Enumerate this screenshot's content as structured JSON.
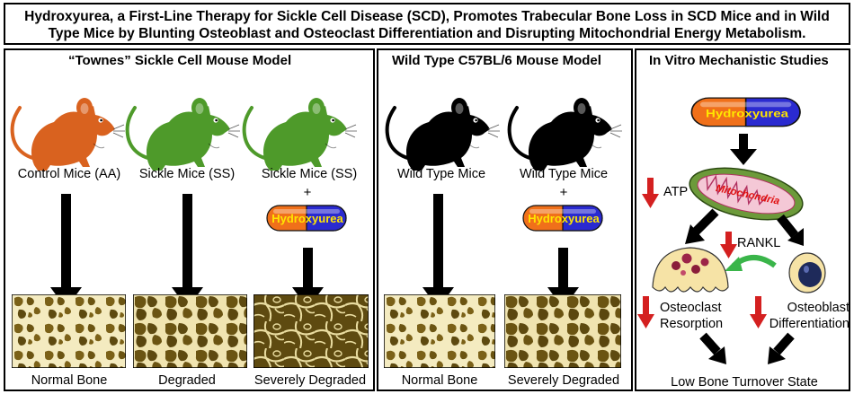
{
  "title": {
    "line1": "Hydroxyurea, a First-Line Therapy for Sickle Cell Disease (SCD), Promotes Trabecular Bone Loss in SCD Mice and in Wild",
    "line2": "Type Mice by Blunting Osteoblast and Osteoclast Differentiation and Disrupting Mitochondrial Energy Metabolism."
  },
  "panel_townes": {
    "heading": "“Townes” Sickle Cell Mouse Model",
    "mice": [
      {
        "label": "Control Mice (AA)",
        "color": "#d9621f",
        "bone_label": "Normal Bone"
      },
      {
        "label": "Sickle Mice (SS)",
        "color": "#4e9a2a",
        "bone_label": "Degraded"
      },
      {
        "label": "Sickle Mice (SS)",
        "color": "#4e9a2a",
        "bone_label": "Severely Degraded"
      }
    ],
    "plus": "+",
    "drug": "Hydroxyurea"
  },
  "panel_wildtype": {
    "heading": "Wild Type C57BL/6 Mouse Model",
    "mice": [
      {
        "label": "Wild Type Mice",
        "color": "#000000",
        "bone_label": "Normal Bone"
      },
      {
        "label": "Wild Type Mice",
        "color": "#000000",
        "bone_label": "Severely Degraded"
      }
    ],
    "plus": "+",
    "drug": "Hydroxyurea"
  },
  "panel_invitro": {
    "heading": "In Vitro Mechanistic Studies",
    "drug": "Hydroxyurea",
    "organelle": "Mitochondria",
    "atp": "ATP",
    "rankl": "RANKL",
    "osteoclast": "Osteoclast",
    "resorption": "Resorption",
    "osteoblast": "Osteoblast",
    "differentiation": "Differentiation",
    "outcome": "Low Bone Turnover State"
  },
  "colors": {
    "pill_orange": "#f0701a",
    "pill_blue": "#2a2ad0",
    "pill_text": "#ffe600",
    "down_arrow": "#d42020",
    "rankl_arrow": "#3ab54a",
    "bone_light": "#f4ebc0",
    "bone_dark": "#6b5412"
  }
}
